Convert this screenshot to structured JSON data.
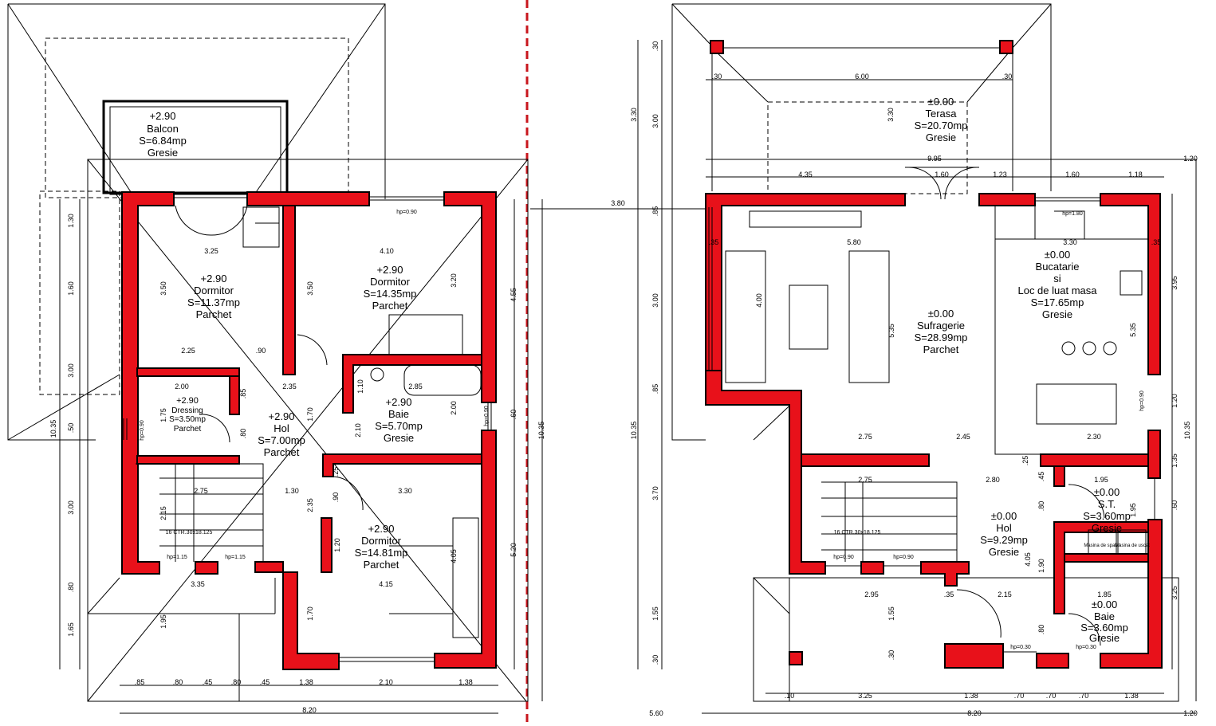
{
  "rooms": {
    "balcon": {
      "level": "+2.90",
      "name": "Balcon",
      "area": "S=6.84mp",
      "floor": "Gresie"
    },
    "dormitor1": {
      "level": "+2.90",
      "name": "Dormitor",
      "area": "S=11.37mp",
      "floor": "Parchet"
    },
    "dormitor2": {
      "level": "+2.90",
      "name": "Dormitor",
      "area": "S=14.35mp",
      "floor": "Parchet"
    },
    "dressing": {
      "level": "+2.90",
      "name": "Dressing",
      "area": "S=3.50mp",
      "floor": "Parchet"
    },
    "hol_etaj": {
      "level": "+2.90",
      "name": "Hol",
      "area": "S=7.00mp",
      "floor": "Parchet"
    },
    "baie_etaj": {
      "level": "+2.90",
      "name": "Baie",
      "area": "S=5.70mp",
      "floor": "Gresie"
    },
    "dormitor3": {
      "level": "+2.90",
      "name": "Dormitor",
      "area": "S=14.81mp",
      "floor": "Parchet"
    },
    "terasa": {
      "level": "±0.00",
      "name": "Terasa",
      "area": "S=20.70mp",
      "floor": "Gresie"
    },
    "sufragerie": {
      "level": "±0.00",
      "name": "Sufragerie",
      "area": "S=28.99mp",
      "floor": "Parchet"
    },
    "bucatarie": {
      "level": "±0.00",
      "name": "Bucatarie",
      "name2": "si",
      "name3": "Loc de luat masa",
      "area": "S=17.65mp",
      "floor": "Gresie"
    },
    "st": {
      "level": "±0.00",
      "name": "S.T.",
      "area": "S=3.60mp",
      "floor": "Gresie"
    },
    "hol_parter": {
      "level": "±0.00",
      "name": "Hol",
      "area": "S=9.29mp",
      "floor": "Gresie"
    },
    "baie_parter": {
      "level": "±0.00",
      "name": "Baie",
      "area": "S=3.60mp",
      "floor": "Gresie"
    }
  },
  "stairs": {
    "left": "16 CTR.30x18.125",
    "right": "16 CTR.30x18.125"
  },
  "appliances": {
    "masina_spalat": "Masina de spalat",
    "masina_uscat": "Masina de uscat"
  },
  "dims_left_top": [
    "3.25",
    "4.10"
  ],
  "dims_left_mid": [
    "2.25",
    ".90",
    "2.00",
    "2.35",
    "2.85",
    "1.30",
    "3.30",
    "2.75",
    "3.35",
    "4.15"
  ],
  "dims_left_bottom": [
    ".85",
    ".80",
    ".45",
    ".80",
    ".45",
    "1.38",
    "2.10",
    "1.38"
  ],
  "dims_left_total": "8.20",
  "dims_left_vert_outer": [
    "1.30",
    "1.60",
    "3.00",
    ".50",
    "3.00",
    ".80",
    "1.65"
  ],
  "dims_left_total_vert": "10.35",
  "dims_left_vert_inner": [
    "3.50",
    "3.50",
    "3.20",
    "1.10",
    "1.75",
    "1.70",
    "2.15",
    "2.35",
    "1.20",
    "1.70",
    "1.95",
    "2.00",
    ".60",
    "4.55",
    "5.20",
    ".85",
    ".80",
    ".90",
    ".25",
    "4.05",
    "2.10"
  ],
  "dims_left_total_vert_right": "10.35",
  "sill_labels": [
    "hp=0.90",
    "hp=0.90",
    "hp=1.15",
    "hp=1.15",
    "hp=0.90"
  ],
  "dims_right_top": [
    ".30",
    "6.00",
    ".30"
  ],
  "dims_right_row2": [
    "9.95",
    "4.35",
    "1.60",
    "1.23",
    "1.60",
    "1.18"
  ],
  "dims_right_offset": "3.80",
  "dims_right_overhang": "1.20",
  "dims_right_inner": [
    "5.80",
    "3.30",
    "2.75",
    "2.45",
    "2.30",
    "2.75",
    "2.80",
    "1.95",
    "1.85",
    "2.95",
    "2.15",
    ".35",
    ".35",
    ".35"
  ],
  "dims_right_bottom": [
    ".10",
    "3.25",
    "1.38",
    ".70",
    ".70",
    ".70",
    "1.38"
  ],
  "dims_right_total": "8.20",
  "dims_right_total2": "5.60",
  "dims_right_total3": "1.20",
  "dims_right_vert": [
    ".30",
    "3.00",
    "3.30",
    "3.30",
    ".85",
    "3.00",
    ".85",
    "3.70",
    "1.55",
    ".30",
    "4.00",
    "5.35",
    "1.55",
    ".30"
  ],
  "dims_right_total_vert": "10.35",
  "dims_right_vert_right": [
    "3.95",
    "1.20",
    "1.35",
    ".60",
    "3.25",
    "5.35",
    "1.95",
    "4.05",
    "1.90",
    ".80",
    ".80",
    ".45",
    ".25"
  ],
  "dims_right_total_vert_right": "10.35",
  "sill_right": [
    "hp=1.80",
    "hp=0.90",
    "hp=0.90",
    "hp=0.30",
    "hp=0.90",
    "hp=0.30"
  ],
  "colors": {
    "wall": "#e8111a",
    "divider": "#c8161d",
    "line": "#000000"
  }
}
